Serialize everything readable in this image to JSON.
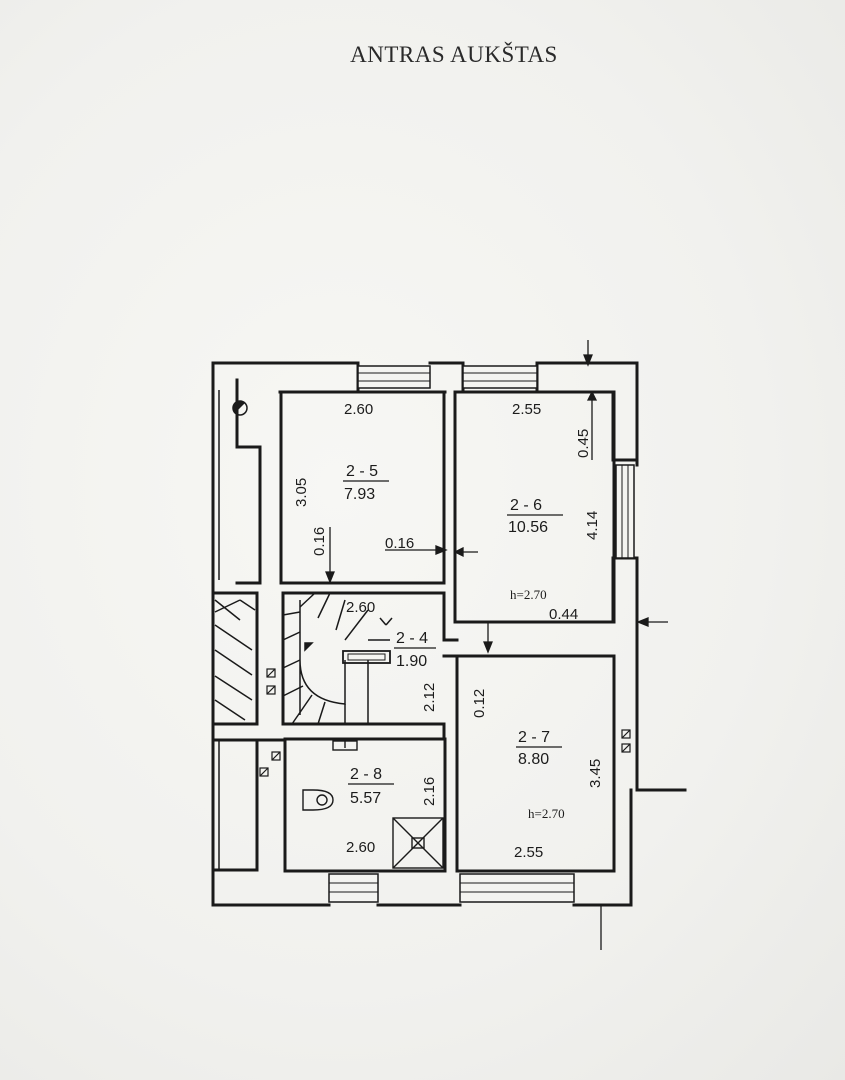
{
  "title": "ANTRAS AUKŠTAS",
  "rooms": {
    "r25": {
      "id": "2 - 5",
      "area": "7.93",
      "width": "2.60",
      "length": "3.05"
    },
    "r26": {
      "id": "2 - 6",
      "area": "10.56",
      "width": "2.55",
      "length": "4.14",
      "height": "h=2.70"
    },
    "r24": {
      "id": "2 - 4",
      "area": "1.90",
      "width": "2.60",
      "length": "2.12"
    },
    "r27": {
      "id": "2 - 7",
      "area": "8.80",
      "width": "2.55",
      "length": "3.45",
      "height": "h=2.70"
    },
    "r28": {
      "id": "2 - 8",
      "area": "5.57",
      "width": "2.60",
      "length": "2.16"
    }
  },
  "dims": {
    "wall_a": "0.16",
    "wall_b": "0.16",
    "wall_c": "0.45",
    "wall_d": "0.44",
    "wall_e": "0.12"
  }
}
